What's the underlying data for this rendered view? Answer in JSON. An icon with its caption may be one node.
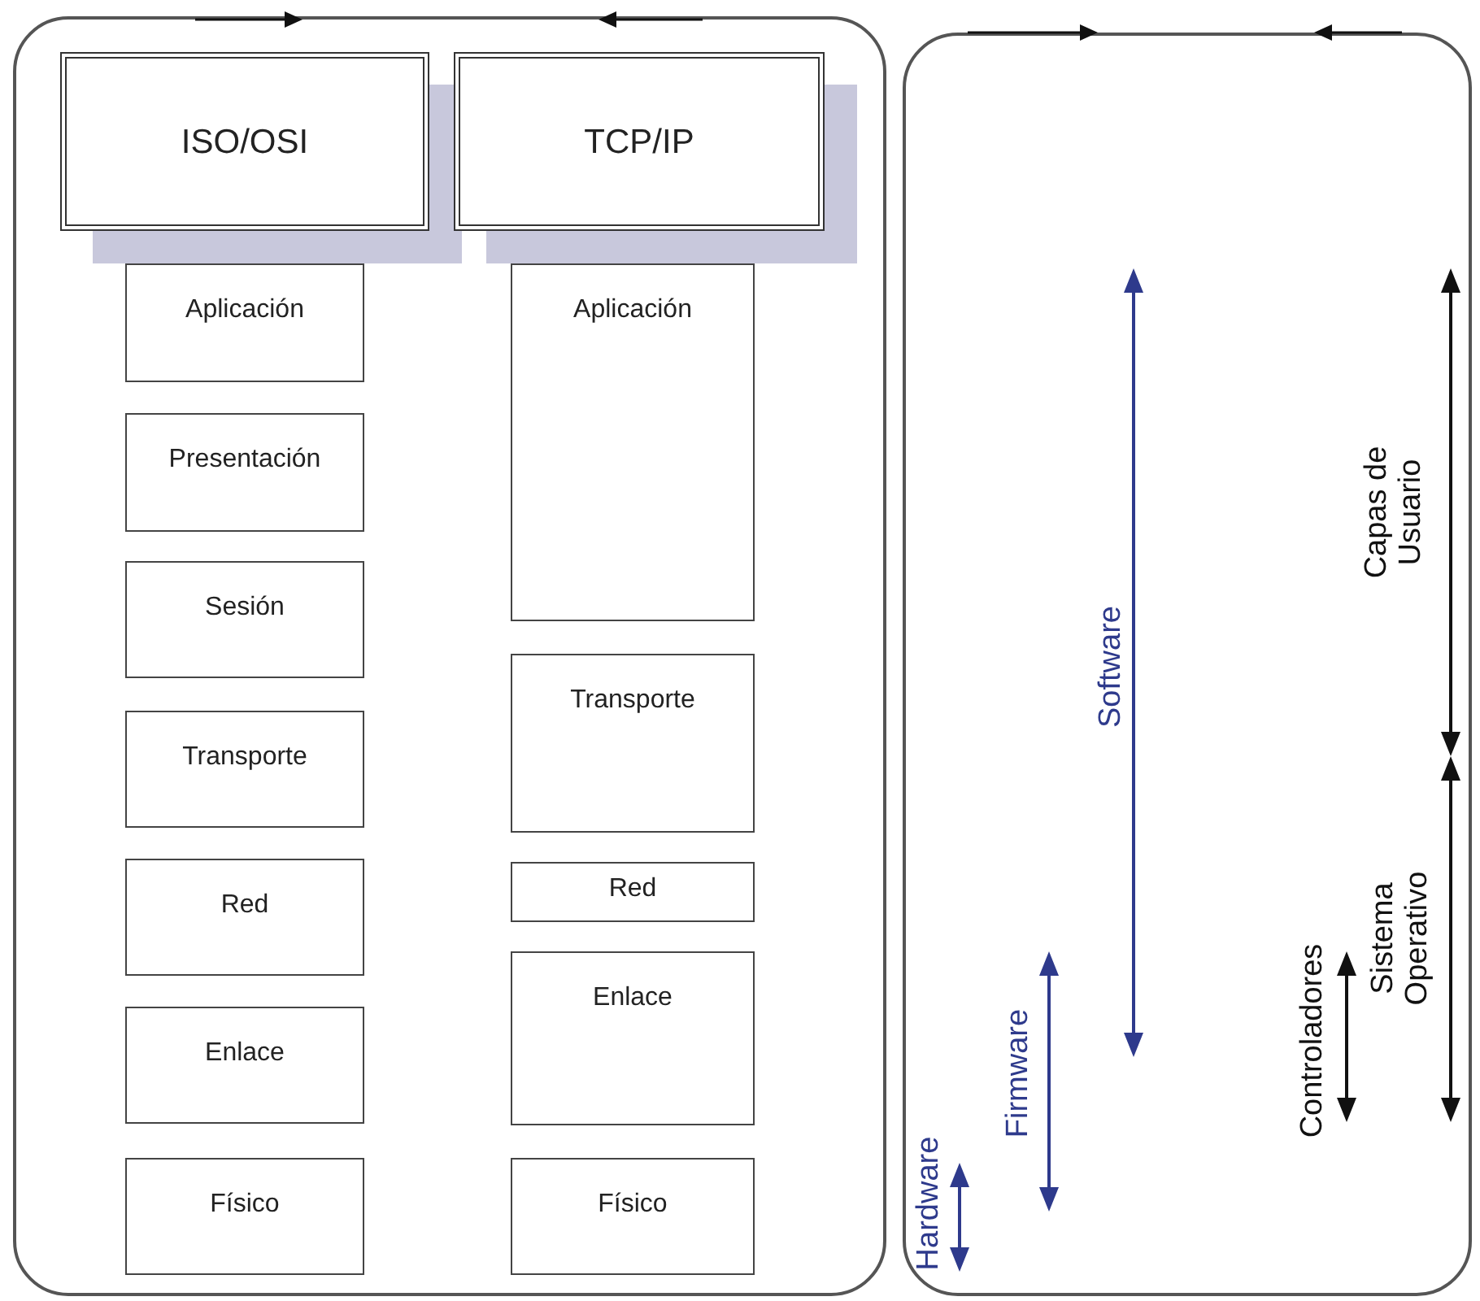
{
  "diagram": {
    "nodes": [
      {
        "text": [],
        "shape": "box"
      },
      {
        "text": [
          "ISO/OSI"
        ],
        "in": 0
      },
      {
        "text": [
          "TCP/IP"
        ],
        "in": 0
      },
      {
        "text": [
          "Aplicación"
        ],
        "in": 0
      },
      {
        "text": [
          "Presentación"
        ],
        "in": 0
      },
      {
        "text": [
          "Sesión"
        ],
        "in": 0
      },
      {
        "text": [
          "Transporte"
        ],
        "in": 0
      },
      {
        "text": [
          "Red"
        ],
        "in": 0
      },
      {
        "text": [
          "Enlace"
        ],
        "in": 0
      },
      {
        "text": [
          "Físico"
        ],
        "in": 0
      },
      {
        "text": [
          "Aplicación"
        ],
        "in": 0
      },
      {
        "text": [
          "Transporte"
        ],
        "in": 0
      },
      {
        "text": [
          "Red"
        ],
        "in": 0
      },
      {
        "text": [
          "Enlace"
        ],
        "in": 0
      },
      {
        "text": [
          "Físico"
        ],
        "in": 0
      },
      {
        "text": [],
        "shape": "box"
      }
    ],
    "labels": [
      "Software",
      "Capas de Usuario",
      "Sistema Operativo",
      "Controladores",
      "Firmware",
      "Hardware"
    ]
  }
}
